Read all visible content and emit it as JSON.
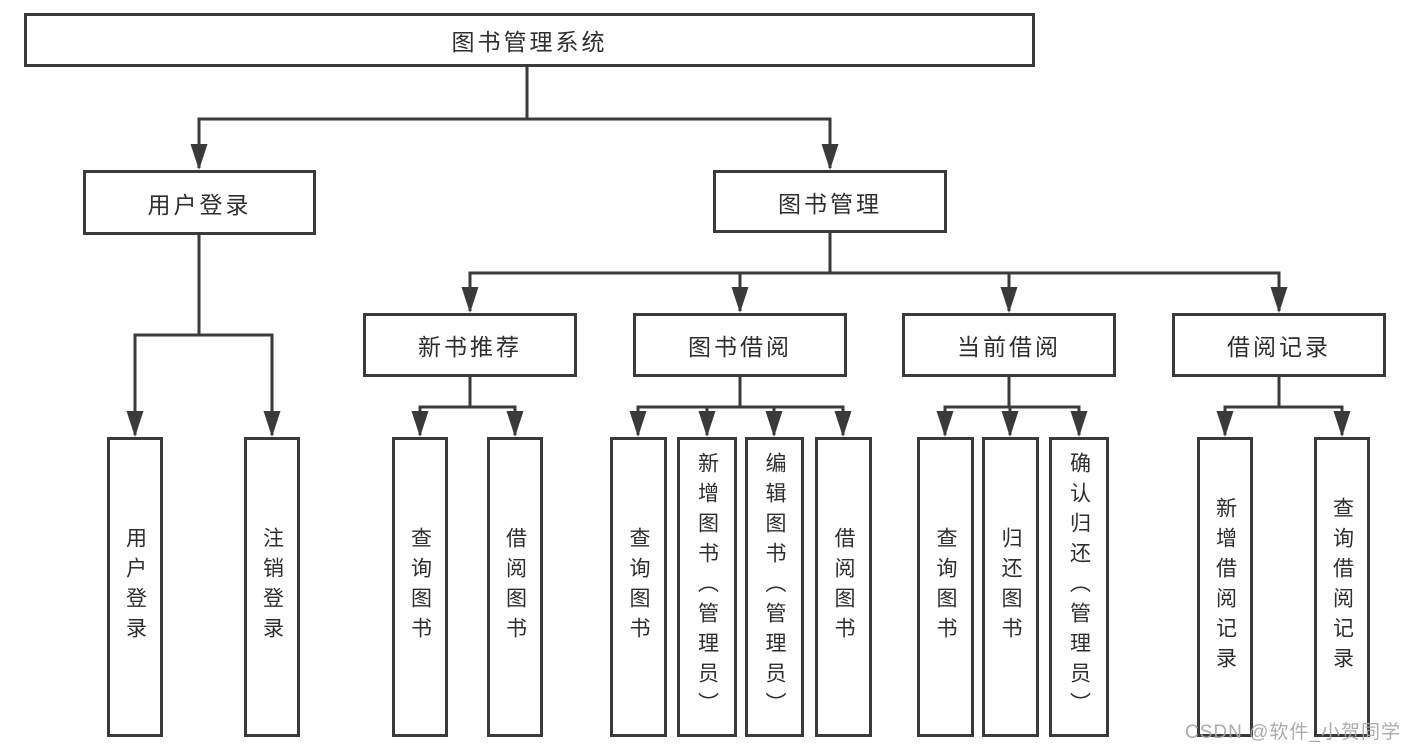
{
  "nodes": {
    "root": "图书管理系统",
    "level2": [
      "用户登录",
      "图书管理"
    ],
    "level3": [
      "新书推荐",
      "图书借阅",
      "当前借阅",
      "借阅记录"
    ],
    "leaves": [
      "用户登录",
      "注销登录",
      "查询图书",
      "借阅图书",
      "查询图书",
      "新增图书（管理员）",
      "编辑图书（管理员）",
      "借阅图书",
      "查询图书",
      "归还图书",
      "确认归还（管理员）",
      "新增借阅记录",
      "查询借阅记录"
    ]
  },
  "watermark": "CSDN @软件_小贺同学",
  "colors": {
    "line": "#3a3a3a",
    "text": "#2e2e2e",
    "watermark": "#a8a8a8",
    "background": "#ffffff"
  }
}
